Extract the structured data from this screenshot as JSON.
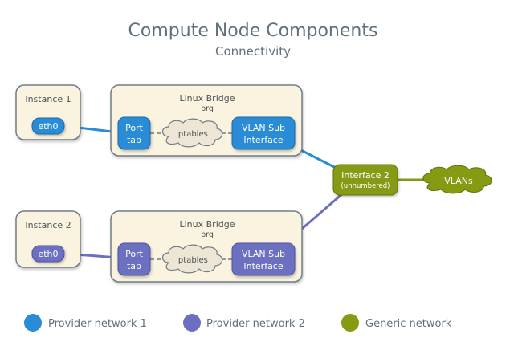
{
  "header": {
    "title": "Compute Node Components",
    "subtitle": "Connectivity"
  },
  "colors": {
    "provider1": "#2a8bd6",
    "provider2": "#6c6fc1",
    "generic": "#869a12",
    "box_fill": "#faf3e0",
    "box_stroke": "#6f7c84",
    "cloud_fill": "#ede6d4"
  },
  "instances": [
    {
      "label": "Instance 1",
      "nic": "eth0"
    },
    {
      "label": "Instance 2",
      "nic": "eth0"
    }
  ],
  "bridges": [
    {
      "label": "Linux Bridge",
      "sublabel": "brq",
      "port_line1": "Port",
      "port_line2": "tap",
      "cloud": "iptables",
      "vlan_line1": "VLAN Sub",
      "vlan_line2": "Interface"
    },
    {
      "label": "Linux Bridge",
      "sublabel": "brq",
      "port_line1": "Port",
      "port_line2": "tap",
      "cloud": "iptables",
      "vlan_line1": "VLAN Sub",
      "vlan_line2": "Interface"
    }
  ],
  "interface2": {
    "label": "Interface 2",
    "sublabel": "(unnumbered)"
  },
  "vlans": {
    "label": "VLANs"
  },
  "legend": [
    {
      "label": "Provider network 1",
      "color": "#2a8bd6"
    },
    {
      "label": "Provider network 2",
      "color": "#6c6fc1"
    },
    {
      "label": "Generic network",
      "color": "#869a12"
    }
  ]
}
